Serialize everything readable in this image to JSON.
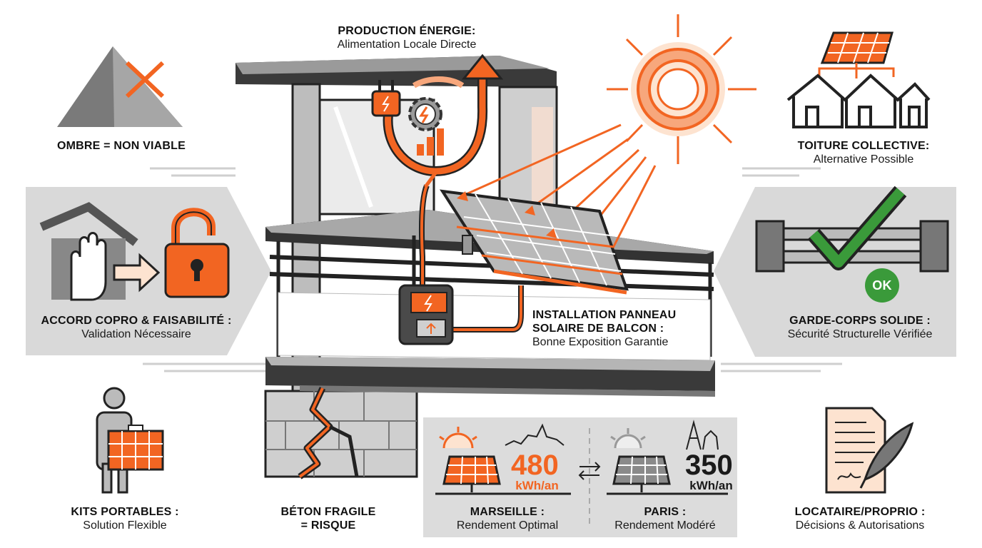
{
  "colors": {
    "accent": "#f26522",
    "gray": "#b3b3b3",
    "light_gray": "#d9d9d9",
    "dark": "#1a1a1a",
    "green": "#3a9a3a"
  },
  "production": {
    "title": "PRODUCTION ÉNERGIE:",
    "subtitle": "Alimentation Locale Directe"
  },
  "ombre": {
    "title": "OMBRE = NON VIABLE",
    "icon": "shadow-cross-icon"
  },
  "toiture": {
    "title": "TOITURE COLLECTIVE:",
    "subtitle": "Alternative Possible",
    "icon": "shared-roof-solar-icon"
  },
  "accord": {
    "title": "ACCORD COPRO & FAISABILITÉ :",
    "subtitle": "Validation Nécessaire",
    "icon": "unlock-icon"
  },
  "installation": {
    "line1": "INSTALLATION PANNEAU",
    "line2": "SOLAIRE DE BALCON :",
    "subtitle": "Bonne Exposition Garantie"
  },
  "garde_corps": {
    "title": "GARDE-CORPS SOLIDE :",
    "subtitle": "Sécurité Structurelle Vérifiée",
    "badge": "OK",
    "icon": "checkmark-icon"
  },
  "kits": {
    "title": "KITS PORTABLES :",
    "subtitle": "Solution Flexible",
    "icon": "person-portable-panel-icon"
  },
  "beton": {
    "line1": "BÉTON FRAGILE",
    "line2": "= RISQUE",
    "icon": "crack-icon"
  },
  "marseille": {
    "value": "480",
    "unit": "kWh/an",
    "title": "MARSEILLE :",
    "subtitle": "Rendement Optimal"
  },
  "paris": {
    "value": "350",
    "unit": "kWh/an",
    "title": "PARIS :",
    "subtitle": "Rendement Modéré"
  },
  "locataire": {
    "title": "LOCATAIRE/PROPRIO :",
    "subtitle": "Décisions & Autorisations",
    "icon": "contract-quill-icon"
  }
}
